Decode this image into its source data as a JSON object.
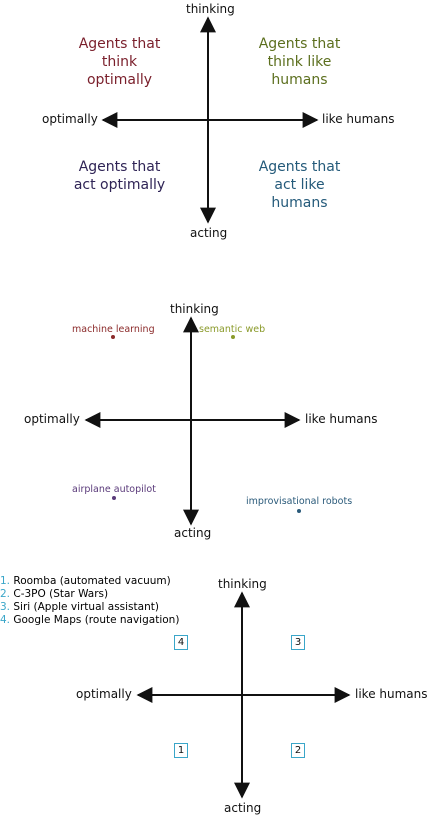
{
  "colors": {
    "axis": "#111111",
    "think_optimally": "#7a1f2b",
    "think_like_humans": "#5c6f1e",
    "act_optimally": "#2f2456",
    "act_like_humans": "#245a7a",
    "machine_learning": "#8b2a2a",
    "semantic_web": "#8a9a2a",
    "airplane_autopilot": "#5a3a7a",
    "improvisational_robots": "#2a5a7a",
    "box_border": "#3aa6c9"
  },
  "panel1": {
    "axis_top": "thinking",
    "axis_bottom": "acting",
    "axis_left": "optimally",
    "axis_right": "like humans",
    "q_tl": [
      "Agents that",
      "think",
      "optimally"
    ],
    "q_tr": [
      "Agents that",
      "think like",
      "humans"
    ],
    "q_bl": [
      "Agents that",
      "act optimally"
    ],
    "q_br": [
      "Agents that",
      "act like",
      "humans"
    ]
  },
  "panel2": {
    "axis_top": "thinking",
    "axis_bottom": "acting",
    "axis_left": "optimally",
    "axis_right": "like humans",
    "points": {
      "machine_learning": "machine learning",
      "semantic_web": "semantic web",
      "airplane_autopilot": "airplane autopilot",
      "improvisational_robots": "improvisational robots"
    }
  },
  "panel3": {
    "axis_top": "thinking",
    "axis_bottom": "acting",
    "axis_left": "optimally",
    "axis_right": "like humans",
    "legend": [
      {
        "num": "1.",
        "text": "Roomba (automated vacuum)"
      },
      {
        "num": "2.",
        "text": "C-3PO (Star Wars)"
      },
      {
        "num": "3.",
        "text": "Siri (Apple virtual assistant)"
      },
      {
        "num": "4.",
        "text": "Google Maps (route navigation)"
      }
    ],
    "boxes": {
      "b1": "1",
      "b2": "2",
      "b3": "3",
      "b4": "4"
    }
  }
}
